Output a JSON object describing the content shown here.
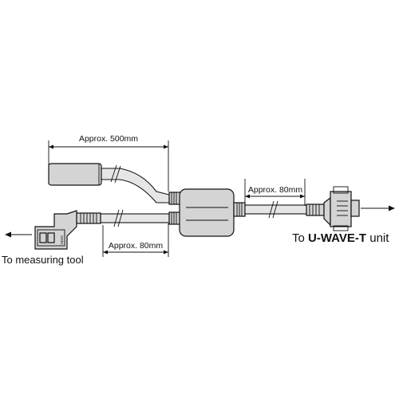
{
  "diagram": {
    "dimension_top": "Approx. 500mm",
    "dimension_right": "Approx. 80mm",
    "dimension_bottom": "Approx. 80mm",
    "label_right_prefix": "To ",
    "label_right_bold": "U-WAVE-T",
    "label_right_suffix": " unit",
    "label_left": "To measuring tool",
    "connector_mark": "DATA"
  }
}
